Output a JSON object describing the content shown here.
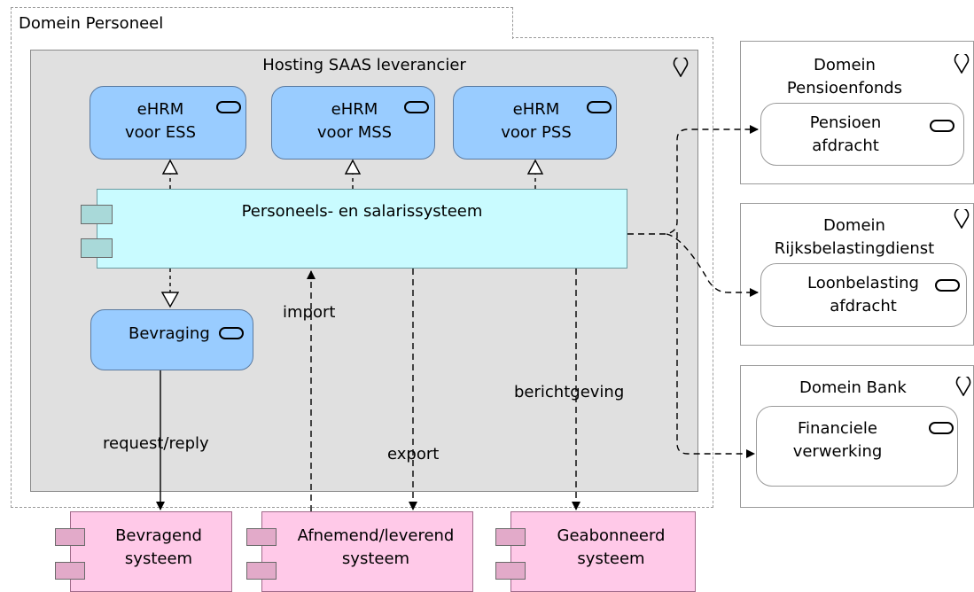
{
  "groups": {
    "personeel": "Domein Personeel",
    "hosting": "Hosting SAAS leverancier",
    "pensioenfonds": "Domein\nPensioenfonds",
    "rijksbelasting": "Domein\nRijksbelastingdienst",
    "bank": "Domein Bank"
  },
  "services": {
    "ess": "eHRM\nvoor ESS",
    "mss": "eHRM\nvoor MSS",
    "pss": "eHRM\nvoor PSS",
    "bevraging": "Bevraging",
    "pensioen": "Pensioen\nafdracht",
    "loonbelasting": "Loonbelasting\nafdracht",
    "financiele": "Financiele\nverwerking"
  },
  "components": {
    "main": "Personeels- en salarissysteem",
    "bevragend": "Bevragend\nsysteem",
    "afnemend": "Afnemend/leverend\nsysteem",
    "geabonneerd": "Geabonneerd\nsysteem"
  },
  "flows": {
    "import": "import",
    "request_reply": "request/reply",
    "export": "export",
    "berichtgeving": "berichtgeving"
  },
  "colors": {
    "service_blue": "#99ccff",
    "app_cyan": "#c9fbff",
    "app_pink": "#ffc9e8",
    "node_grey": "#e0e0e0"
  }
}
